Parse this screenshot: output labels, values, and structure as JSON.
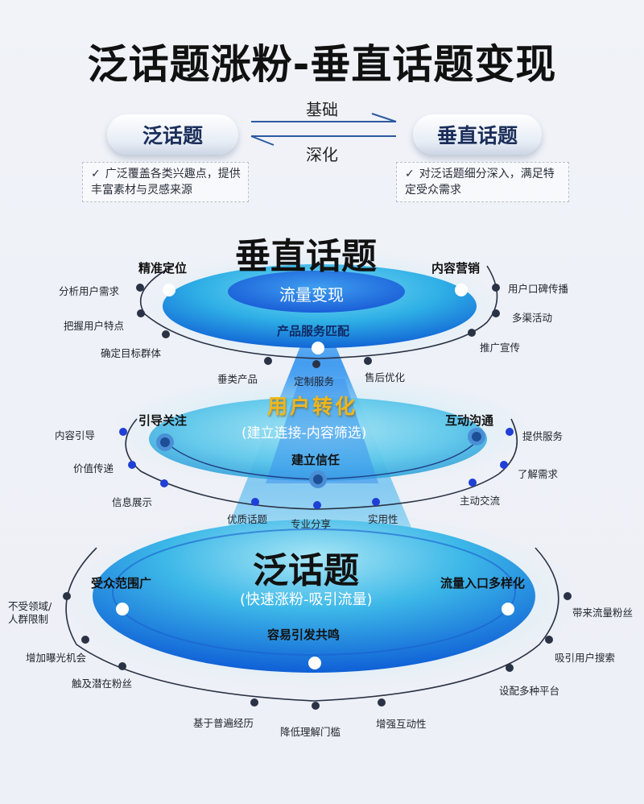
{
  "title": "泛话题涨粉-垂直话题变现",
  "relation": {
    "left_box": "泛话题",
    "right_box": "垂直话题",
    "top_arrow_label": "基础",
    "bottom_arrow_label": "深化",
    "left_note_check": "✓",
    "left_note": "广泛覆盖各类兴趣点，提供丰富素材与灵感来源",
    "right_note_check": "✓",
    "right_note": "对泛话题细分深入，满足特定受众需求"
  },
  "tiers": {
    "vertical": {
      "title": "垂直话题",
      "center": "流量变现",
      "left_key": "精准定位",
      "right_key": "内容营销",
      "bottom_key": "产品服务匹配",
      "left_items": [
        "分析用户需求",
        "把握用户特点",
        "确定目标群体"
      ],
      "right_items": [
        "用户口碑传播",
        "多渠活动",
        "推广宣传"
      ],
      "bottom_items": [
        "垂类产品",
        "定制服务",
        "售后优化"
      ]
    },
    "conversion": {
      "title": "用户转化",
      "subtitle": "(建立连接-内容筛选)",
      "left_key": "引导关注",
      "right_key": "互动沟通",
      "bottom_key": "建立信任",
      "left_items": [
        "内容引导",
        "价值传递",
        "信息展示"
      ],
      "right_items": [
        "提供服务",
        "了解需求",
        "主动交流"
      ],
      "bottom_items": [
        "优质话题",
        "专业分享",
        "实用性"
      ]
    },
    "broad": {
      "title": "泛话题",
      "subtitle": "(快速涨粉-吸引流量)",
      "left_key": "受众范围广",
      "right_key": "流量入口多样化",
      "bottom_key": "容易引发共鸣",
      "left_items": [
        "不受领域/\n人群限制",
        "增加曝光机会",
        "触及潜在粉丝"
      ],
      "right_items": [
        "带来流量粉丝",
        "吸引用户搜索",
        "设配多种平台"
      ],
      "bottom_items": [
        "基于普遍经历",
        "降低理解门槛",
        "增强互动性"
      ]
    }
  },
  "colors": {
    "disc_light": "#5fd0ea",
    "disc_dark": "#1566d8",
    "dot_dark": "#2a3245",
    "dot_blue": "#1f3fd6",
    "accent_gold": "#f2b51a",
    "pill_text": "#1b2e5a"
  }
}
